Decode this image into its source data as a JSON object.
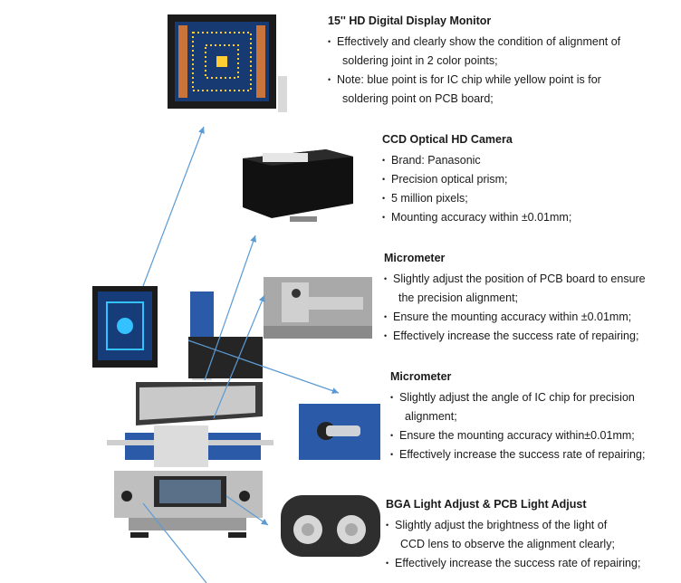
{
  "features": [
    {
      "id": "monitor",
      "title": "15'' HD Digital Display Monitor",
      "bullets": [
        [
          "Effectively and clearly show the condition of alignment of",
          "soldering joint in 2 color points;"
        ],
        [
          "Note: blue point is for IC chip while yellow point is for",
          "soldering point on PCB board;"
        ]
      ]
    },
    {
      "id": "camera",
      "title": "CCD Optical HD Camera",
      "bullets": [
        [
          "Brand: Panasonic"
        ],
        [
          "Precision optical prism;"
        ],
        [
          "5 million pixels;"
        ],
        [
          "Mounting accuracy within  ±0.01mm;"
        ]
      ]
    },
    {
      "id": "micrometer-pcb",
      "title": "Micrometer",
      "bullets": [
        [
          "Slightly adjust the position of PCB board to ensure",
          "the precision alignment;"
        ],
        [
          "Ensure the mounting accuracy within  ±0.01mm;"
        ],
        [
          "Effectively increase the success rate of repairing;"
        ]
      ]
    },
    {
      "id": "micrometer-ic",
      "title": "Micrometer",
      "bullets": [
        [
          "Slightly adjust the angle of IC chip for precision",
          "alignment;"
        ],
        [
          "Ensure the mounting accuracy within±0.01mm;"
        ],
        [
          "Effectively increase the success rate of repairing;"
        ]
      ]
    },
    {
      "id": "light-adjust",
      "title": "BGA Light Adjust & PCB Light Adjust",
      "bullets": [
        [
          "Slightly adjust the brightness of the light of",
          "CCD lens to observe the alignment clearly;"
        ],
        [
          "Effectively increase the success rate of repairing;"
        ]
      ]
    }
  ],
  "colors": {
    "arrow": "#5b9bd5",
    "machine_blue": "#2a5aa8",
    "text": "#1a1a1a"
  }
}
